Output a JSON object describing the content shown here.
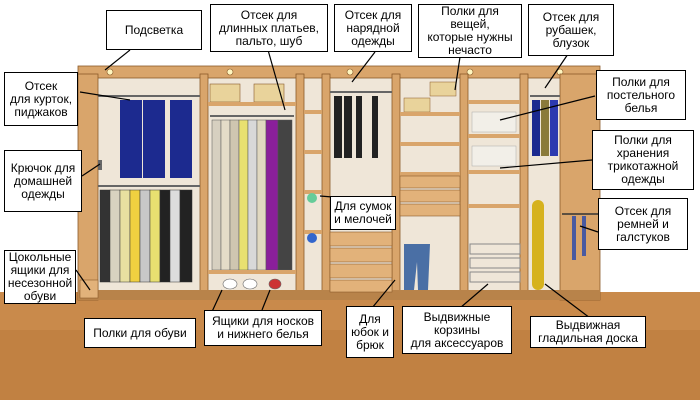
{
  "callouts": {
    "backlight": "Подсветка",
    "long_dresses": "Отсек для\nдлинных платьев,\nпальто, шуб",
    "formal_wear": "Отсек для\nнарядной\nодежды",
    "rarely_needed": "Полки для вещей,\nкоторые нужны\nнечасто",
    "shirts": "Отсек для\nрубашек,\nблузок",
    "jackets": "Отсек\nдля курток,\nпиджаков",
    "bed_linen": "Полки для\nпостельного\nбелья",
    "knitwear": "Полки для\nхранения\nтрикотажной\nодежды",
    "home_clothes_hook": "Крючок для\nдомашней\nодежды",
    "bags": "Для сумок\nи мелочей",
    "belts_ties": "Отсек для\nремней и\nгалстуков",
    "offseason_shoes": "Цокольные\nящики для\nнесезонной\nобуви",
    "shoe_shelves": "Полки для обуви",
    "sock_drawers": "Ящики для носков\nи нижнего белья",
    "skirts_trousers": "Для\nюбок и\nбрюк",
    "baskets": "Выдвижные\nкорзины\nдля аксессуаров",
    "ironing_board": "Выдвижная\nгладильная доска"
  },
  "colors": {
    "wood": "#d9a56b",
    "wood_dark": "#b8834a",
    "back": "#efe6d8",
    "floor": "#c98a4b",
    "jacket_blue": "#1c2a8f",
    "dress_purple": "#8a1f9a",
    "jeans": "#4a6fa5",
    "board_yellow": "#d6b21e"
  }
}
